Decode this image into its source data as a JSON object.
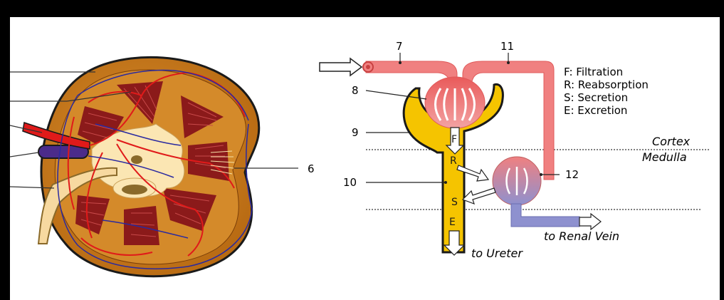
{
  "diagram": {
    "numbers": {
      "n6": "6",
      "n7": "7",
      "n8": "8",
      "n9": "9",
      "n10": "10",
      "n11": "11",
      "n12": "12"
    },
    "legend": [
      "F: Filtration",
      "R: Reabsorption",
      "S: Secretion",
      "E: Excretion"
    ],
    "zones": {
      "cortex": "Cortex",
      "medulla": "Medulla"
    },
    "flow_letters": {
      "f": "F",
      "r": "R",
      "s": "S",
      "e": "E"
    },
    "outlets": {
      "renal_vein": "to Renal Vein",
      "ureter": "to Ureter"
    },
    "colors": {
      "artery": "#f08080",
      "vein": "#8e91cf",
      "tubule": "#f5c400",
      "kidney_cortex": "#c77b1d",
      "pyramid": "#8b1a1a"
    }
  }
}
